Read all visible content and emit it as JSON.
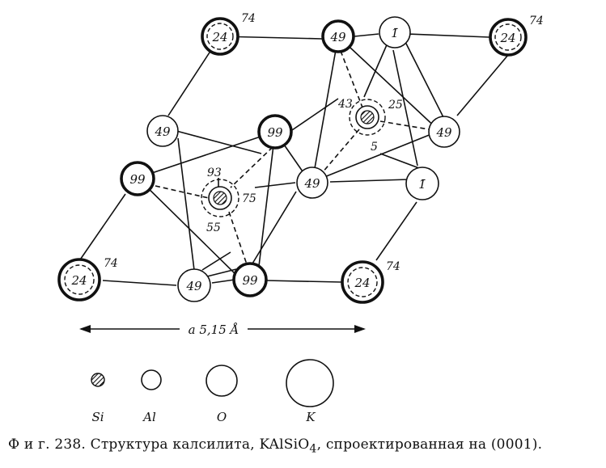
{
  "diagram": {
    "atoms": {
      "k_top_left": "24",
      "k_top_left_h": "74",
      "k_top_right": "24",
      "k_top_right_h": "74",
      "k_bot_left": "24",
      "k_bot_left_h": "74",
      "k_bot_right": "24",
      "k_bot_right_h": "74",
      "o_49_top": "49",
      "o_1_top": "1̄",
      "o_49_upper_left": "49",
      "o_99_upper_mid": "99",
      "o_49_right": "49",
      "o_99_left": "99",
      "o_49_center": "49",
      "o_1_right": "1̄",
      "o_49_bottom": "49",
      "o_99_bottom": "99"
    },
    "heights": {
      "si_a_top": "43",
      "si_a_right": "25",
      "si_a_bottom": "5",
      "si_b_top": "93",
      "si_b_right": "75",
      "si_b_bottom": "55"
    },
    "lattice_label": "a 5,15 Å"
  },
  "legend": {
    "si": "Si",
    "al": "Al",
    "o": "O",
    "k": "K"
  },
  "caption": {
    "prefix": "Ф и г. 238. Структура калсилита, KAlSiO",
    "subscript": "4",
    "suffix": ", спроектированная на (0001)."
  }
}
